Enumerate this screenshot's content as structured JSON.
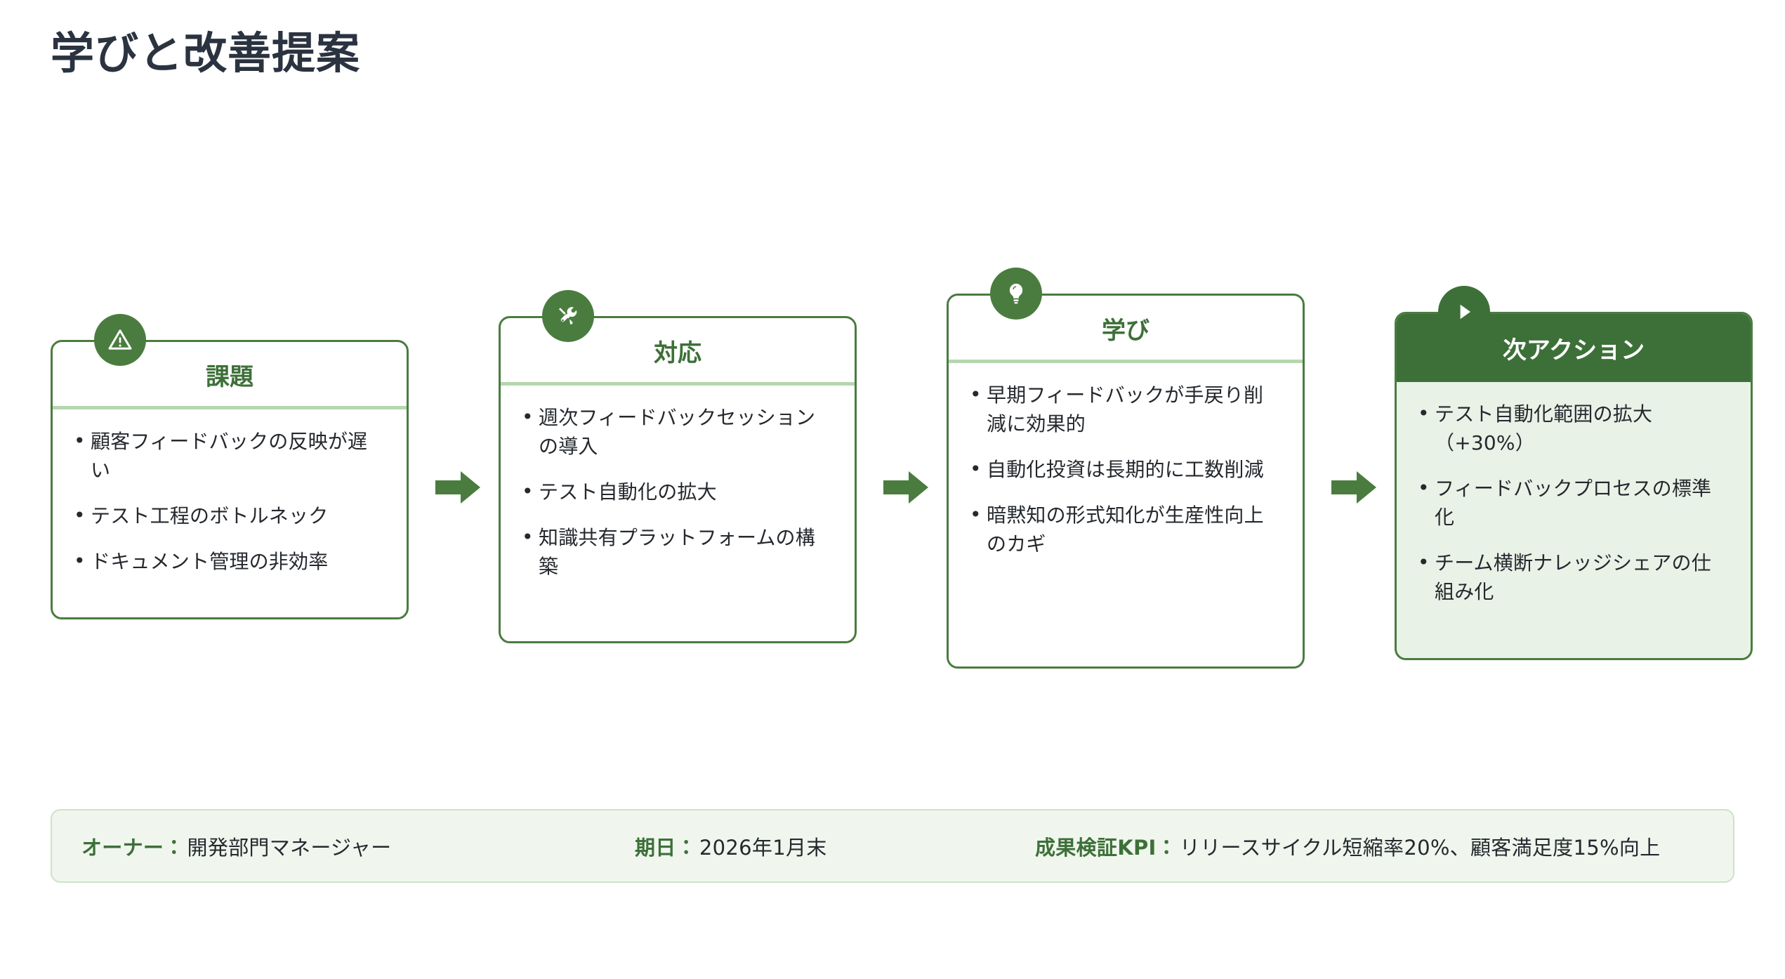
{
  "title": "学びと改善提案",
  "theme": {
    "accent_green": "#4A7C3F",
    "header_green": "#3D7038",
    "light_green_fill": "#E9F2E7",
    "divider_green": "#B5D6AE",
    "footer_fill": "#F0F6EE",
    "footer_border": "#CDE3C6",
    "title_navy": "#2B3340",
    "body_text": "#25292E"
  },
  "cards": [
    {
      "icon": "warning-triangle-icon",
      "title": "課題",
      "highlighted": false,
      "items": [
        "顧客フィードバックの反映が遅い",
        "テスト工程のボトルネック",
        "ドキュメント管理の非効率"
      ]
    },
    {
      "icon": "tools-icon",
      "title": "対応",
      "highlighted": false,
      "items": [
        "週次フィードバックセッションの導入",
        "テスト自動化の拡大",
        "知識共有プラットフォームの構築"
      ]
    },
    {
      "icon": "lightbulb-icon",
      "title": "学び",
      "highlighted": false,
      "items": [
        "早期フィードバックが手戻り削減に効果的",
        "自動化投資は長期的に工数削減",
        "暗黙知の形式知化が生産性向上のカギ"
      ]
    },
    {
      "icon": "play-icon",
      "title": "次アクション",
      "highlighted": true,
      "items": [
        "テスト自動化範囲の拡大（+30%）",
        "フィードバックプロセスの標準化",
        "チーム横断ナレッジシェアの仕組み化"
      ]
    }
  ],
  "arrows": [
    {
      "name": "arrow-right-icon"
    },
    {
      "name": "arrow-right-icon"
    },
    {
      "name": "arrow-right-icon"
    }
  ],
  "footer": [
    {
      "label": "オーナー：",
      "value": "開発部門マネージャー"
    },
    {
      "label": "期日：",
      "value": "2026年1月末"
    },
    {
      "label": "成果検証KPI：",
      "value": "リリースサイクル短縮率20%、顧客満足度15%向上"
    }
  ]
}
